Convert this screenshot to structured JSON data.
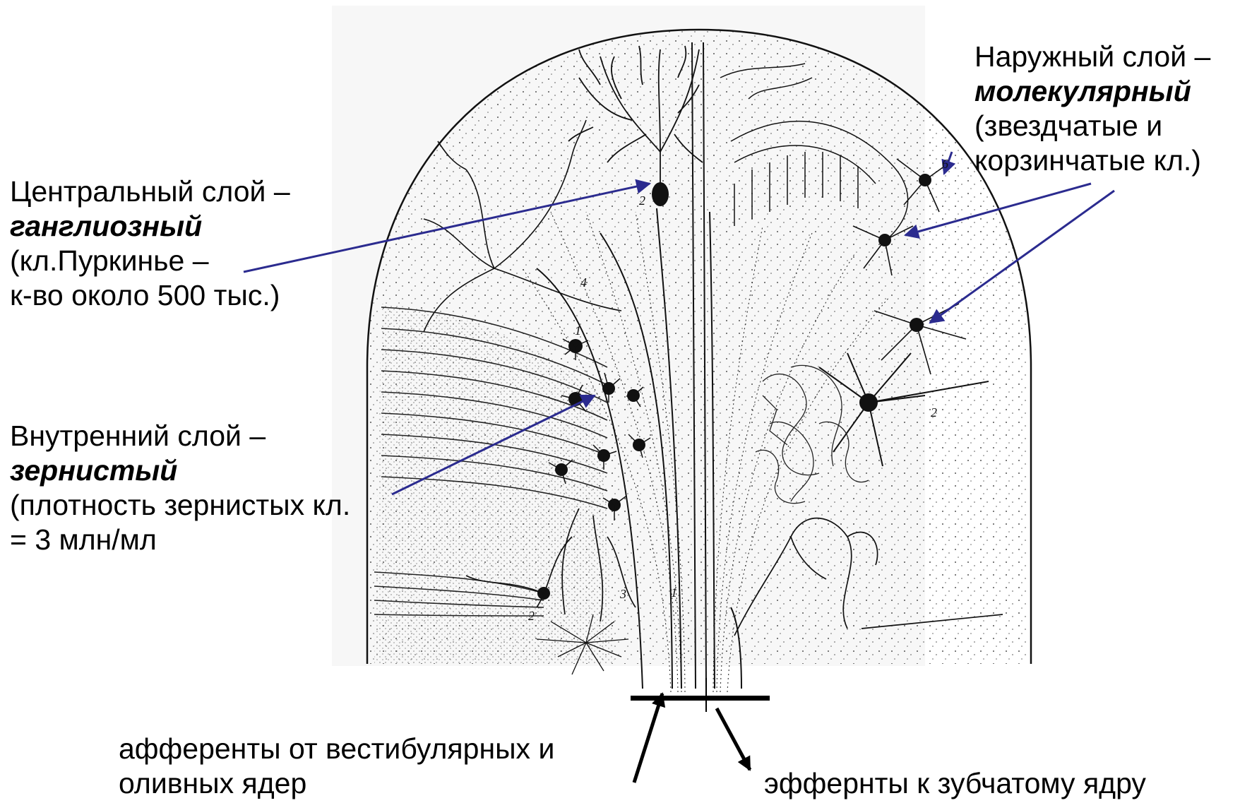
{
  "labels": {
    "central": {
      "line1": "Центральный слой –",
      "line2": "ганглиозный",
      "line3": "(кл.Пуркинье –",
      "line4": "к-во около 500 тыс.)"
    },
    "inner": {
      "line1": "Внутренний слой –",
      "line2": "зернистый",
      "line3": "(плотность  зернистых кл.",
      "line4": "= 3 млн/мл"
    },
    "outer": {
      "line1": "Наружный слой –",
      "line2": "молекулярный",
      "line3": "(звездчатые и",
      "line4": "корзинчатые кл.)"
    },
    "afferent": {
      "line1": "афференты от вестибулярных и",
      "line2": "оливных ядер"
    },
    "efferent": {
      "line1": "эффернты к зубчатому ядру"
    }
  },
  "figure_numbers": {
    "n2a": "2",
    "n4": "4",
    "n1": "1",
    "n3": "3",
    "n1b": "1",
    "n2b": "2",
    "n6": "6",
    "n2c": "2"
  },
  "colors": {
    "arrow": "#2b2b8f",
    "ink": "#111111",
    "text": "#000000"
  }
}
